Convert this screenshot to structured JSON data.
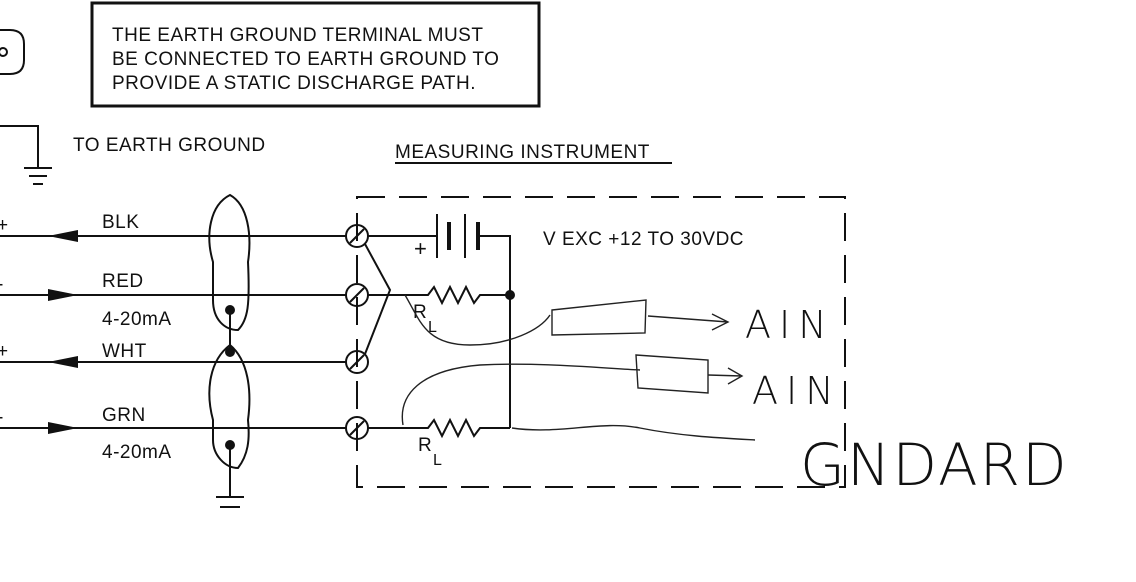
{
  "note": {
    "lines": [
      "THE EARTH GROUND TERMINAL MUST",
      "BE CONNECTED TO EARTH GROUND TO",
      "PROVIDE A STATIC DISCHARGE PATH."
    ]
  },
  "ground_label": "TO EARTH GROUND",
  "instrument_title": "MEASURING INSTRUMENT",
  "excitation_label": "V EXC +12 TO 30VDC",
  "battery_plus": "+",
  "wires": [
    {
      "polarity": "+",
      "color": "BLK",
      "signal": ""
    },
    {
      "polarity": "-",
      "color": "RED",
      "signal": "4-20mA"
    },
    {
      "polarity": "+",
      "color": "WHT",
      "signal": ""
    },
    {
      "polarity": "-",
      "color": "GRN",
      "signal": "4-20mA"
    }
  ],
  "resistors": [
    {
      "label": "R",
      "sub": "L"
    },
    {
      "label": "R",
      "sub": "L"
    }
  ],
  "handwritten": {
    "labels": [
      "AIN",
      "AIN",
      "GNDARD"
    ]
  },
  "colors": {
    "ink": "#111111",
    "background": "#ffffff"
  }
}
